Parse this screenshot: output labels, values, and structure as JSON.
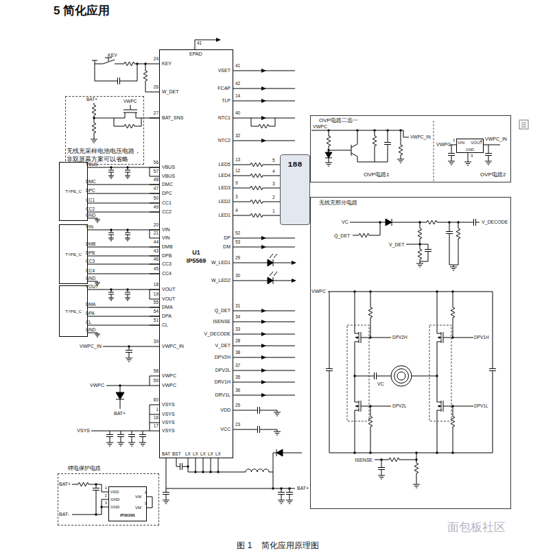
{
  "diagram": {
    "title": "5 简化应用",
    "caption": "图 1    简化应用原理图",
    "nodes": [
      {
        "text": [
          "U1 IP5569"
        ]
      },
      {
        "text": [
          "无线充采样电池电压电路，非双屏幕方案可以省略"
        ]
      },
      {
        "text": [
          "TYPE_C"
        ]
      },
      {
        "text": [
          "TYPE_C"
        ]
      },
      {
        "text": [
          "TYPE_C"
        ]
      },
      {
        "text": [
          "188"
        ]
      },
      {
        "text": [
          "OVP电路二选一"
        ]
      },
      {
        "text": [
          "VIN",
          "VOUT",
          "GND"
        ],
        "in": 6
      },
      {
        "text": [
          "无线充部分电路"
        ]
      },
      {
        "text": [
          "锂电保护电路"
        ]
      },
      {
        "text": [
          "IP3039S"
        ],
        "in": 9
      }
    ],
    "edges": [
      {
        "from": 1,
        "to": 0,
        "arrow": "none"
      },
      {
        "from": 2,
        "to": 0,
        "arrow": "none"
      },
      {
        "from": 2,
        "to": 0,
        "arrow": "none"
      },
      {
        "from": 2,
        "to": 0,
        "arrow": "none"
      },
      {
        "from": 2,
        "to": 0,
        "arrow": "none"
      },
      {
        "from": 2,
        "to": 0,
        "arrow": "none"
      },
      {
        "from": 3,
        "to": 0,
        "arrow": "none"
      },
      {
        "from": 3,
        "to": 0,
        "arrow": "none"
      },
      {
        "from": 3,
        "to": 0,
        "arrow": "none"
      },
      {
        "from": 3,
        "to": 0,
        "arrow": "none"
      },
      {
        "from": 3,
        "to": 0,
        "arrow": "none"
      },
      {
        "from": 4,
        "to": 0,
        "arrow": "none"
      },
      {
        "from": 4,
        "to": 0,
        "arrow": "none"
      },
      {
        "from": 4,
        "to": 0,
        "arrow": "none"
      },
      {
        "from": 4,
        "to": 0,
        "arrow": "none"
      },
      {
        "from": 0,
        "to": 5,
        "arrow": "none"
      },
      {
        "from": 0,
        "to": 5,
        "arrow": "none"
      },
      {
        "from": 0,
        "to": 5,
        "arrow": "none"
      },
      {
        "from": 0,
        "to": 5,
        "arrow": "none"
      },
      {
        "from": 0,
        "to": 5,
        "arrow": "none"
      }
    ],
    "labels": [
      "KEY",
      "24",
      "W_DET",
      "26",
      "BAT_SNS",
      "27",
      "VBUS",
      "56",
      "VBUS",
      "57",
      "DMC",
      "48",
      "DPC",
      "47",
      "CC1",
      "50",
      "CC2",
      "49",
      "VIN",
      "20",
      "VIN",
      "21",
      "DMB",
      "44",
      "DPB",
      "43",
      "CC3",
      "46",
      "CC4",
      "45",
      "VOUT",
      "18",
      "VOUT",
      "19",
      "DMA",
      "55",
      "DPA",
      "54",
      "CL",
      "51",
      "VWPC_IN",
      "39",
      "VWPC",
      "58",
      "VWPC",
      "59",
      "VSYS",
      "60",
      "VSYS",
      "1",
      "VSYS",
      "16",
      "VSYS",
      "17",
      "VSET",
      "41",
      "FCAP",
      "42",
      "TLP",
      "14",
      "NTC1",
      "40",
      "NTC2",
      "32",
      "LED5",
      "13",
      "LED4",
      "12",
      "LED3",
      "9",
      "LED2",
      "3",
      "LED1",
      "4",
      "DP",
      "52",
      "DM",
      "53",
      "W_LED1",
      "29",
      "W_LED2",
      "30",
      "Q_DET",
      "31",
      "ISENSE",
      "34",
      "V_DECODE",
      "33",
      "V_DET",
      "28",
      "DPV2H",
      "38",
      "DPV2L",
      "37",
      "DRV1H",
      "35",
      "DRV1L",
      "36",
      "VDD",
      "25",
      "VCC",
      "23",
      "EPAD",
      "41",
      "BAT",
      "BST",
      "LX",
      "LX",
      "LX",
      "LX",
      "LX",
      "KEY",
      "BAT+",
      "VWPC",
      "VBUS",
      "DMC",
      "DPC",
      "CC1",
      "CC2",
      "GND",
      "VIN",
      "DMB",
      "DPB",
      "CC3",
      "CC4",
      "GND",
      "VOUT",
      "DMA",
      "DPA",
      "CL",
      "GND",
      "VWPC_IN",
      "VWPC",
      "BAT+",
      "VSYS",
      "5",
      "4",
      "3",
      "2",
      "1",
      "BAT+",
      "BAT+",
      "BAT-",
      "1",
      "VDD",
      "2",
      "GND",
      "3",
      "GND",
      "6",
      "VM",
      "5",
      "VM",
      "VWPC",
      "VWPC_IN",
      "OVP电路1",
      "VWPC",
      "1",
      "2",
      "3",
      "VWPC_IN",
      "OVP电路2",
      "VC",
      "Q_DET",
      "V_DECODE",
      "V_DET",
      "VWPC",
      "DPV2H",
      "DPV1H",
      "VC",
      "DPV2L",
      "DPV1L",
      "ISENSE",
      "面包板社区"
    ]
  }
}
